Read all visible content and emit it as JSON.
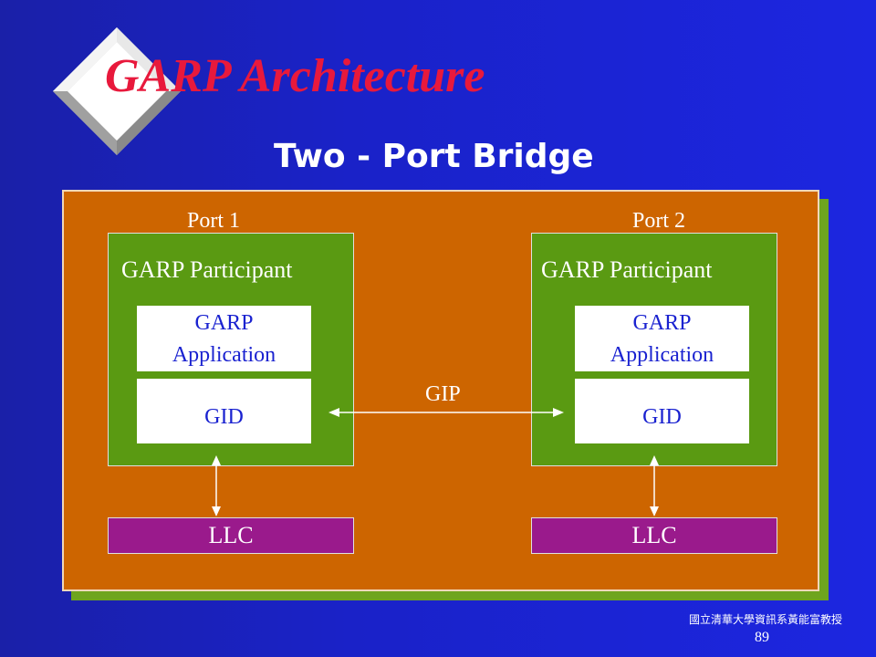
{
  "slide": {
    "title": "GARP Architecture",
    "subtitle": "Two - Port Bridge",
    "footer": "國立清華大學資訊系黃能富教授",
    "page_number": "89"
  },
  "diagram": {
    "ports": [
      {
        "label": "Port 1",
        "participant": "GARP Participant",
        "application_line1": "GARP",
        "application_line2": "Application",
        "gid": "GID",
        "llc": "LLC"
      },
      {
        "label": "Port 2",
        "participant": "GARP Participant",
        "application_line1": "GARP",
        "application_line2": "Application",
        "gid": "GID",
        "llc": "LLC"
      }
    ],
    "gip_label": "GIP"
  },
  "colors": {
    "background": "#1a22c8",
    "title": "#e8193c",
    "bridge": "#cd6500",
    "participant": "#5a9a12",
    "llc": "#9a1a8c",
    "box_text": "#1a22d0"
  }
}
